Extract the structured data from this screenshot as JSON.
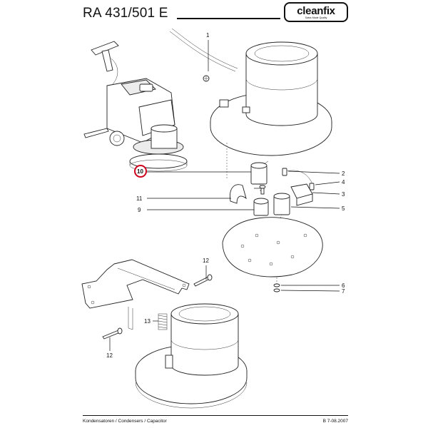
{
  "header": {
    "title": "RA 431/501 E",
    "logo_text": "cleanfix",
    "logo_subtitle": "Swiss Made Quality"
  },
  "footer": {
    "caption": "Kondensatoren / Condensers / Capacitor",
    "code": "B 7-08.2007"
  },
  "callouts": [
    {
      "id": "1",
      "label": "1"
    },
    {
      "id": "2",
      "label": "2"
    },
    {
      "id": "3",
      "label": "3"
    },
    {
      "id": "4",
      "label": "4"
    },
    {
      "id": "5",
      "label": "5"
    },
    {
      "id": "6",
      "label": "6"
    },
    {
      "id": "7",
      "label": "7"
    },
    {
      "id": "9",
      "label": "9"
    },
    {
      "id": "10",
      "label": "10",
      "highlighted": true
    },
    {
      "id": "11",
      "label": "11"
    },
    {
      "id": "12a",
      "label": "12"
    },
    {
      "id": "12b",
      "label": "12"
    },
    {
      "id": "13",
      "label": "13"
    }
  ],
  "colors": {
    "line": "#111111",
    "highlight_ring": "#d0021b",
    "shade": "#ececec"
  }
}
